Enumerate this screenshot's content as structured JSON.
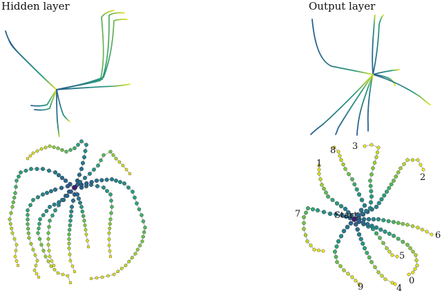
{
  "titles": {
    "left": "Hidden layer",
    "right": "Output layer"
  },
  "graph_labels": {
    "start": "Start",
    "branches": [
      "0",
      "1",
      "2",
      "3",
      "4",
      "5",
      "6",
      "7",
      "8",
      "9"
    ]
  },
  "colors": {
    "colormap": [
      "#3b1f6e",
      "#2d5a8c",
      "#25808e",
      "#2aa57a",
      "#6ec546",
      "#c7dd1f",
      "#f4e61e"
    ],
    "edge": "#9a9a9a",
    "node_stroke": "#2a2a2a",
    "text": "#111111"
  }
}
